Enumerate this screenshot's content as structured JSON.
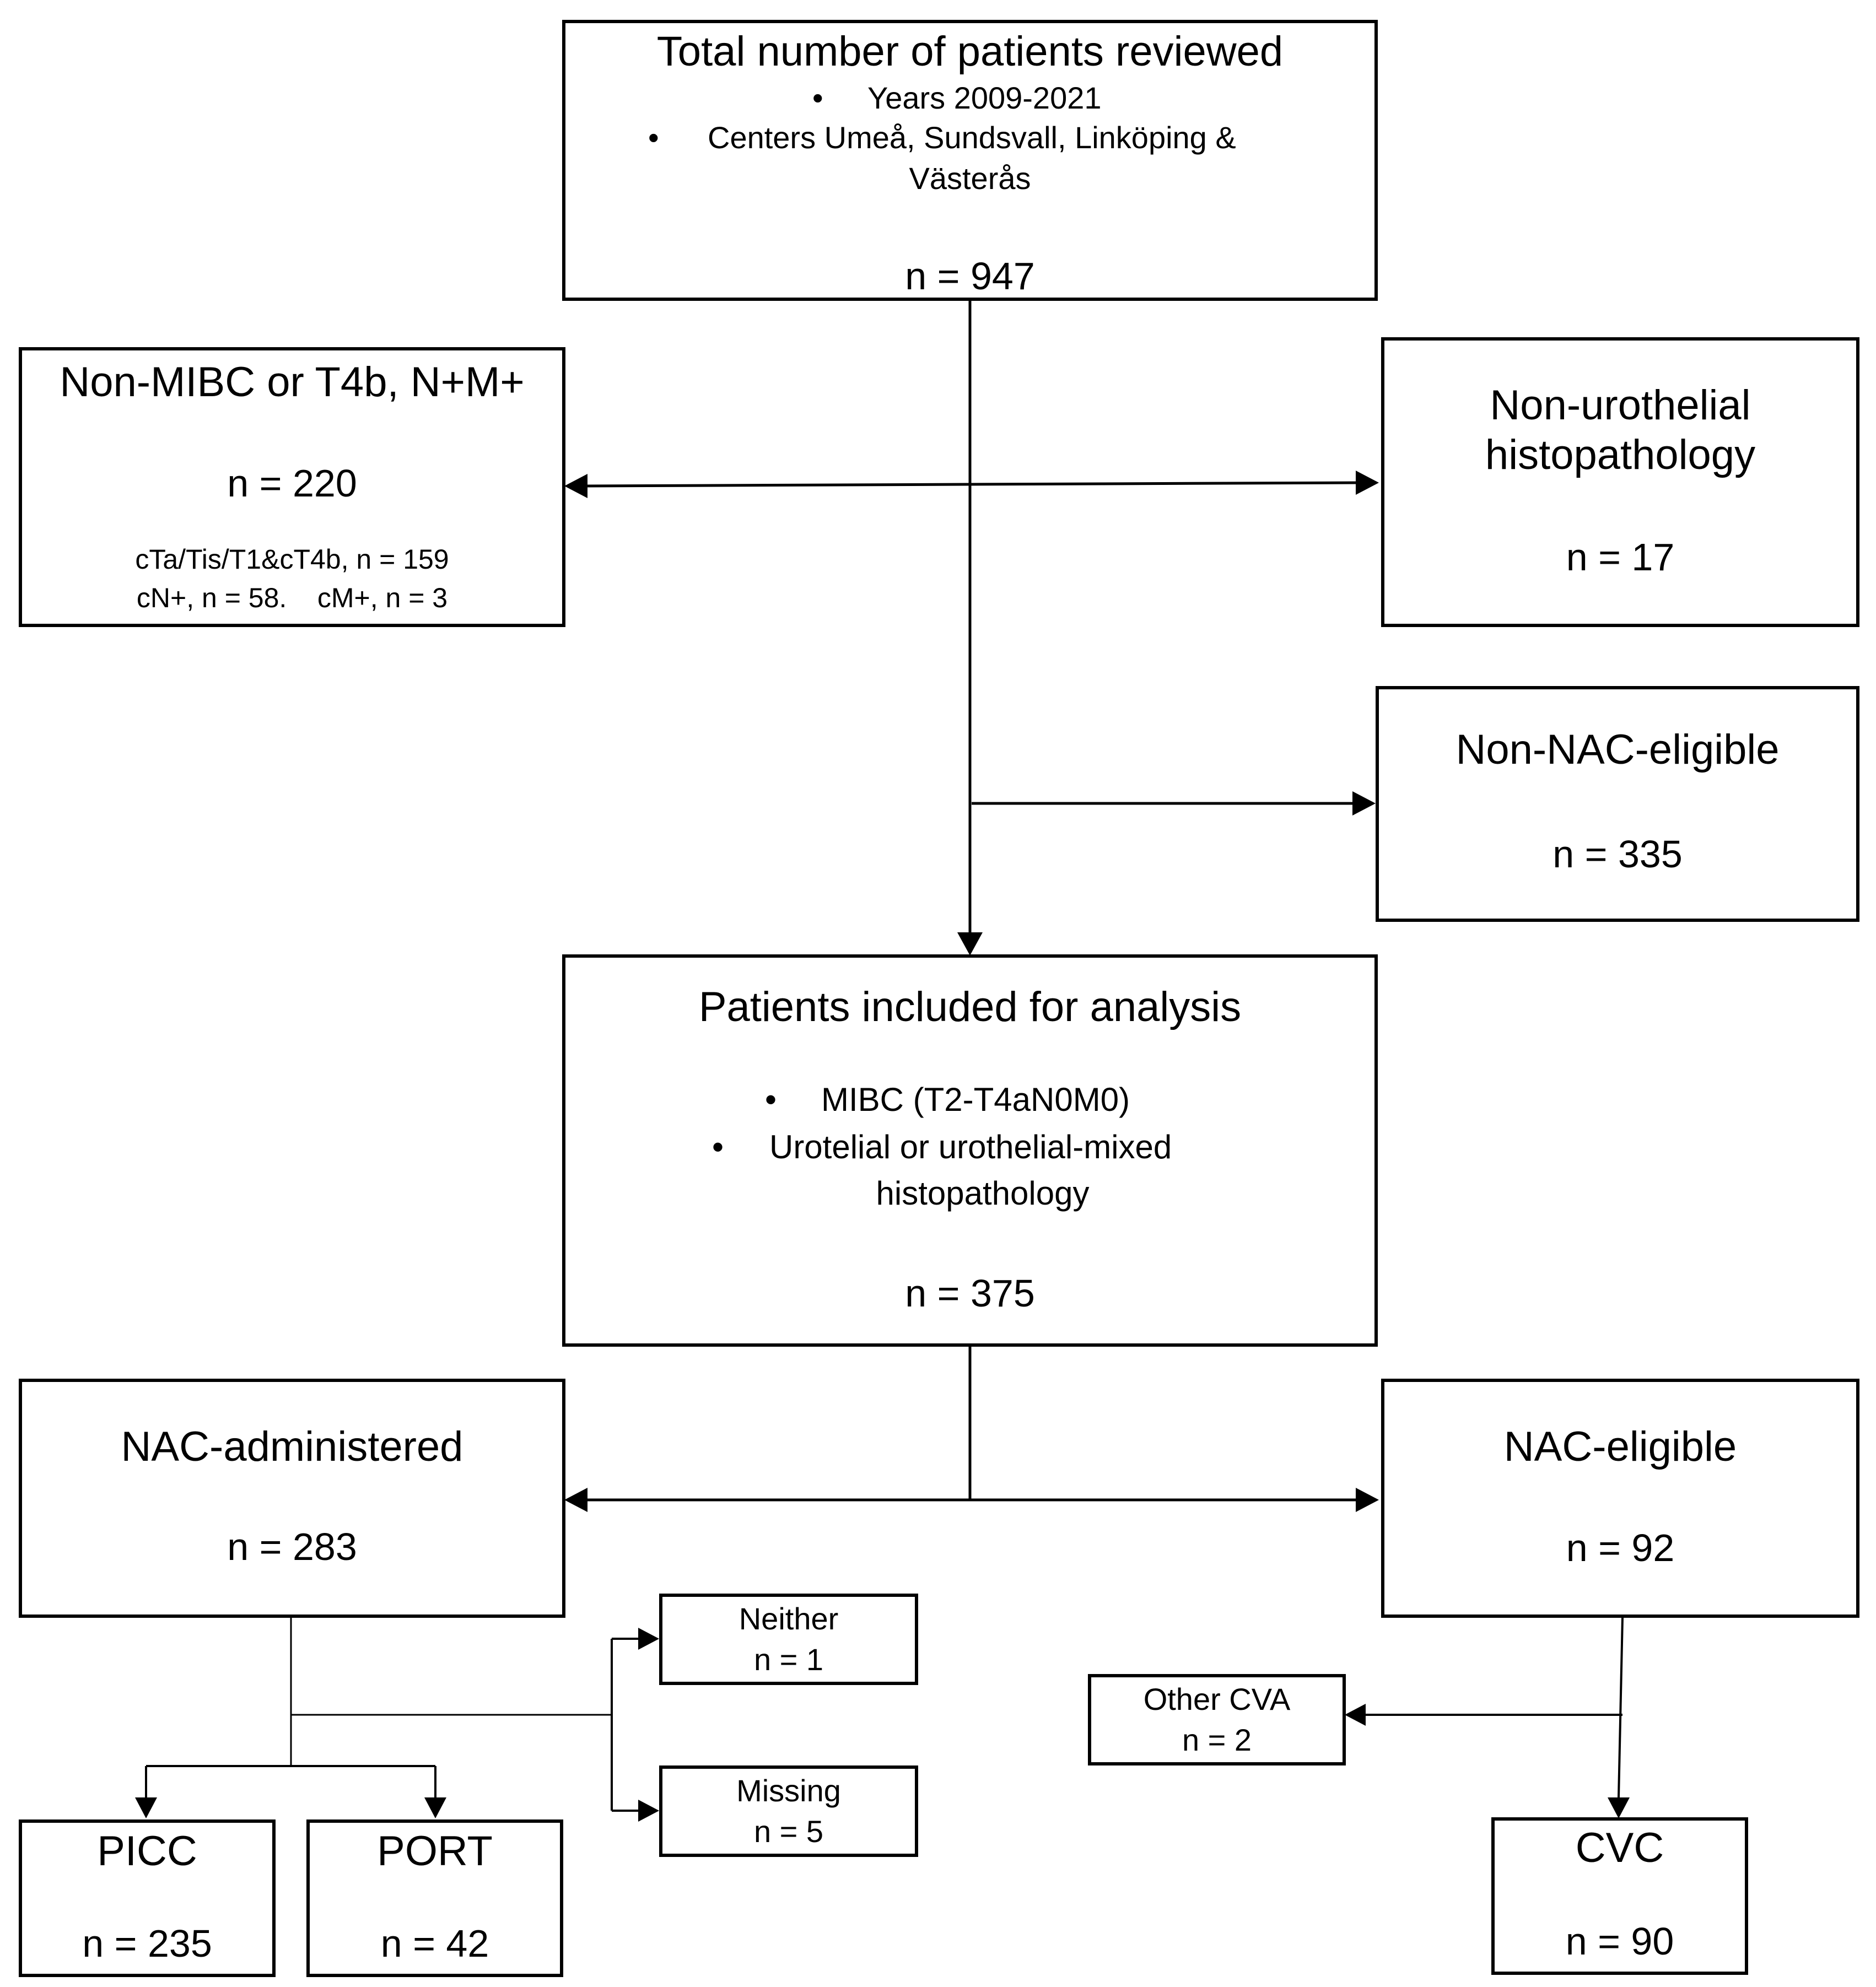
{
  "total": {
    "title": "Total number of patients reviewed",
    "bullet1": "Years 2009-2021",
    "bullet2_line1": "Centers Umeå, Sundsvall, Linköping &",
    "bullet2_line2": "Västerås",
    "n": "n = 947"
  },
  "non_mibc": {
    "title": "Non-MIBC or T4b, N+M+",
    "n": "n = 220",
    "detail1": "cTa/Tis/T1&cT4b, n = 159",
    "detail2": "cN+, n = 58.    cM+, n = 3"
  },
  "non_urothelial": {
    "title_line1": "Non-urothelial",
    "title_line2": "histopathology",
    "n": "n = 17"
  },
  "non_nac": {
    "title": "Non-NAC-eligible",
    "n": "n = 335"
  },
  "included": {
    "title": "Patients included for analysis",
    "bullet1": "MIBC (T2-T4aN0M0)",
    "bullet2_line1": "Urotelial or urothelial-mixed",
    "bullet2_line2": "histopathology",
    "n": "n = 375"
  },
  "nac_admin": {
    "title": "NAC-administered",
    "n": "n = 283"
  },
  "nac_eligible": {
    "title": "NAC-eligible",
    "n": "n = 92"
  },
  "neither": {
    "title": "Neither",
    "n": "n = 1"
  },
  "missing": {
    "title": "Missing",
    "n": "n = 5"
  },
  "other_cva": {
    "title": "Other CVA",
    "n": "n = 2"
  },
  "picc": {
    "title": "PICC",
    "n": "n = 235"
  },
  "port": {
    "title": "PORT",
    "n": "n = 42"
  },
  "cvc": {
    "title": "CVC",
    "n": "n = 90"
  },
  "bullet_symbol": "•"
}
